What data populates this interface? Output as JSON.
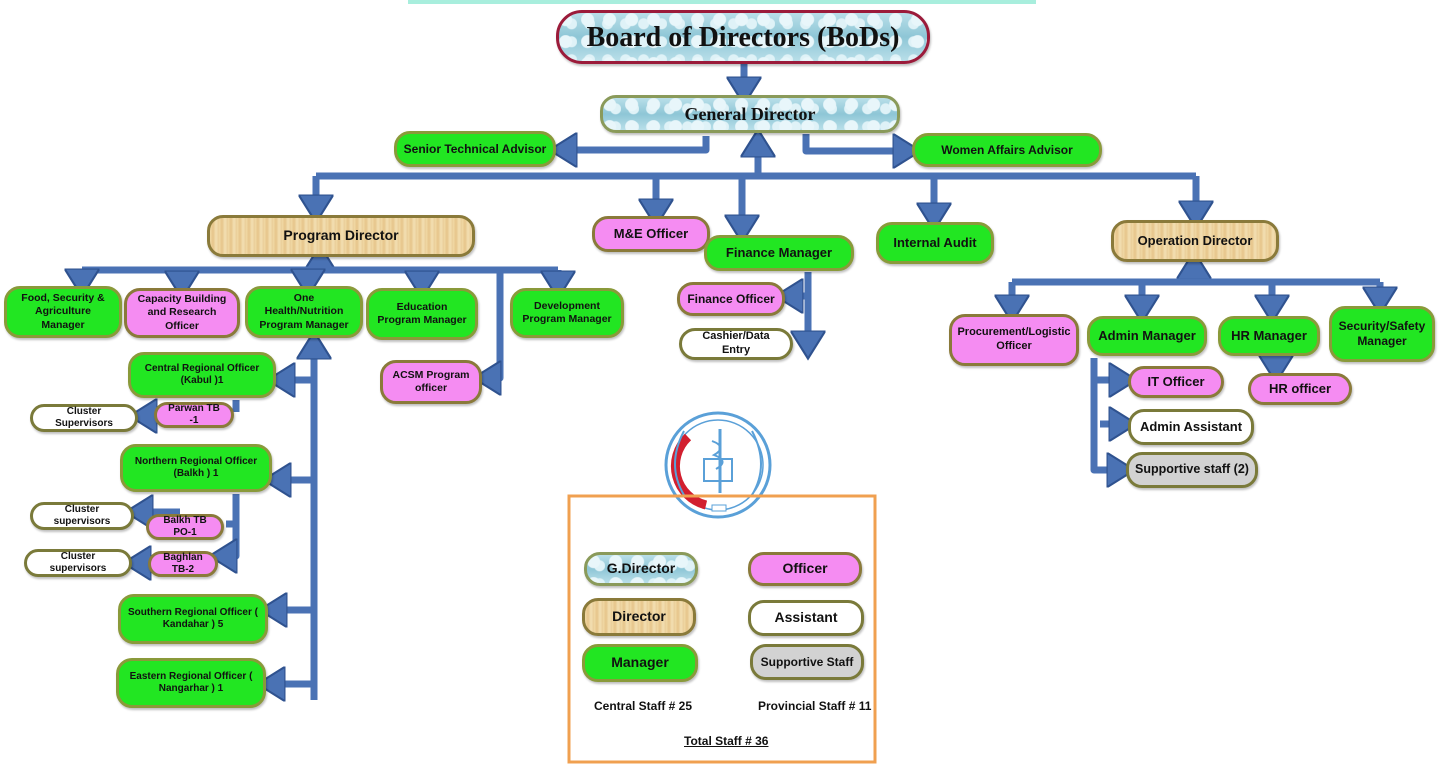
{
  "top": {
    "bod": "Board of Directors (BoDs)",
    "general_director": "General Director",
    "senior_technical_advisor": "Senior Technical Advisor",
    "women_affairs_advisor": "Women Affairs Advisor"
  },
  "level2": {
    "program_director": "Program Director",
    "me_officer": "M&E Officer",
    "finance_manager": "Finance Manager",
    "internal_audit": "Internal Audit",
    "operation_director": "Operation Director"
  },
  "program": {
    "food_security": "Food, Security & Agriculture Manager",
    "capacity_building": "Capacity Building and Research Officer",
    "one_health": "One Health/Nutrition Program Manager",
    "education": "Education Program Manager",
    "development": "Development Program Manager",
    "acsm": "ACSM Program officer",
    "central_regional": "Central Regional Officer (Kabul )1",
    "parwan": "Parwan TB -1",
    "cluster_1": "Cluster Supervisors",
    "northern_regional": "Northern Regional Officer (Balkh ) 1",
    "balkh_tb": "Balkh TB PO-1",
    "cluster_2": "Cluster supervisors",
    "baghlan": "Baghlan TB-2",
    "cluster_3": "Cluster supervisors",
    "southern_regional": "Southern Regional Officer ( Kandahar ) 5",
    "eastern_regional": "Eastern Regional Officer ( Nangarhar ) 1"
  },
  "finance": {
    "finance_officer": "Finance Officer",
    "cashier": "Cashier/Data Entry"
  },
  "operation": {
    "procurement": "Procurement/Logistic Officer",
    "admin_manager": "Admin Manager",
    "hr_manager": "HR Manager",
    "security_manager": "Security/Safety Manager",
    "it_officer": "IT Officer",
    "admin_assistant": "Admin Assistant",
    "supportive_staff": "Supportive staff (2)",
    "hr_officer": "HR officer"
  },
  "legend": {
    "g_director": "G.Director",
    "officer": "Officer",
    "director": "Director",
    "assistant": "Assistant",
    "manager": "Manager",
    "supportive_staff": "Supportive Staff",
    "central_staff": "Central Staff # 25",
    "provincial_staff": "Provincial Staff # 11",
    "total_staff": "Total Staff # 36"
  },
  "colors": {
    "connector": "#4a72b4",
    "connector_edge": "#2f528f",
    "green": "#22e622",
    "pink": "#f58cf2",
    "tan": "#ecd29c",
    "blue": "#a8d6e4",
    "gray": "#d2d2d2",
    "legend_border": "#f0a050",
    "top_bar": "#a8eedd"
  }
}
